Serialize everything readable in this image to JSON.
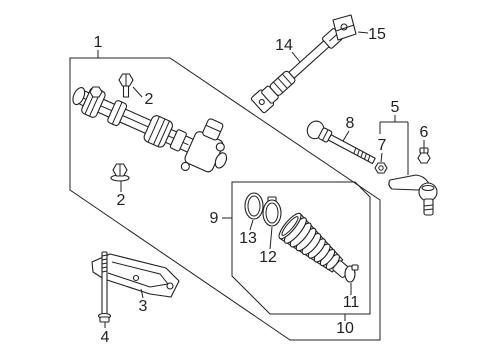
{
  "diagram": {
    "callouts": [
      "1",
      "2",
      "2",
      "3",
      "4",
      "5",
      "6",
      "7",
      "8",
      "9",
      "10",
      "11",
      "12",
      "13",
      "14",
      "15"
    ]
  }
}
